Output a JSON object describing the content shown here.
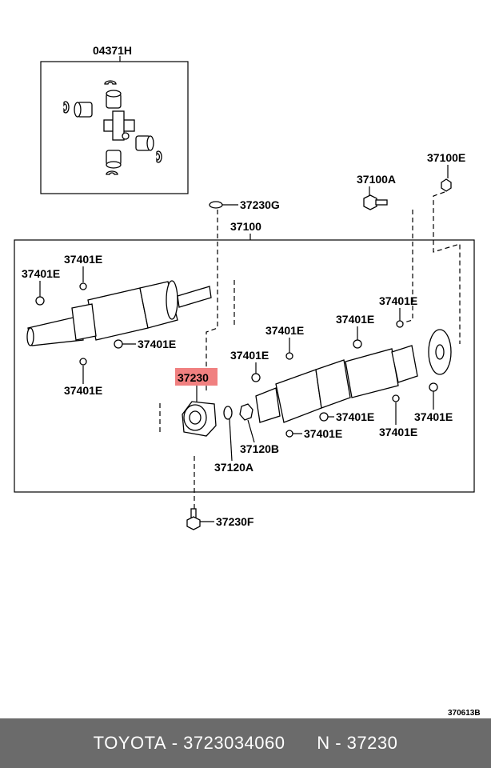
{
  "labels": {
    "kit": "04371H",
    "nut_e_top": "37100E",
    "bolt_a": "37100A",
    "washer_g": "37230G",
    "shaft_assy": "37100",
    "fitting_1": "37401E",
    "fitting_2": "37401E",
    "fitting_3": "37401E",
    "fitting_4": "37401E",
    "fitting_5": "37401E",
    "fitting_6": "37401E",
    "fitting_7": "37401E",
    "fitting_8": "37401E",
    "fitting_9": "37401E",
    "fitting_10": "37401E",
    "fitting_11": "37401E",
    "center_bearing": "37230",
    "nut_b": "37120B",
    "washer_a": "37120A",
    "bolt_f": "37230F",
    "diagram_code": "370613B"
  },
  "footer": {
    "brand": "TOYOTA",
    "sep1": " - ",
    "part_number": "3723034060",
    "gap": "      ",
    "prefix": "N",
    "sep2": " - ",
    "ref": "37230"
  },
  "colors": {
    "highlight": "#f08080",
    "footer_bg": "#6b6b6b"
  }
}
